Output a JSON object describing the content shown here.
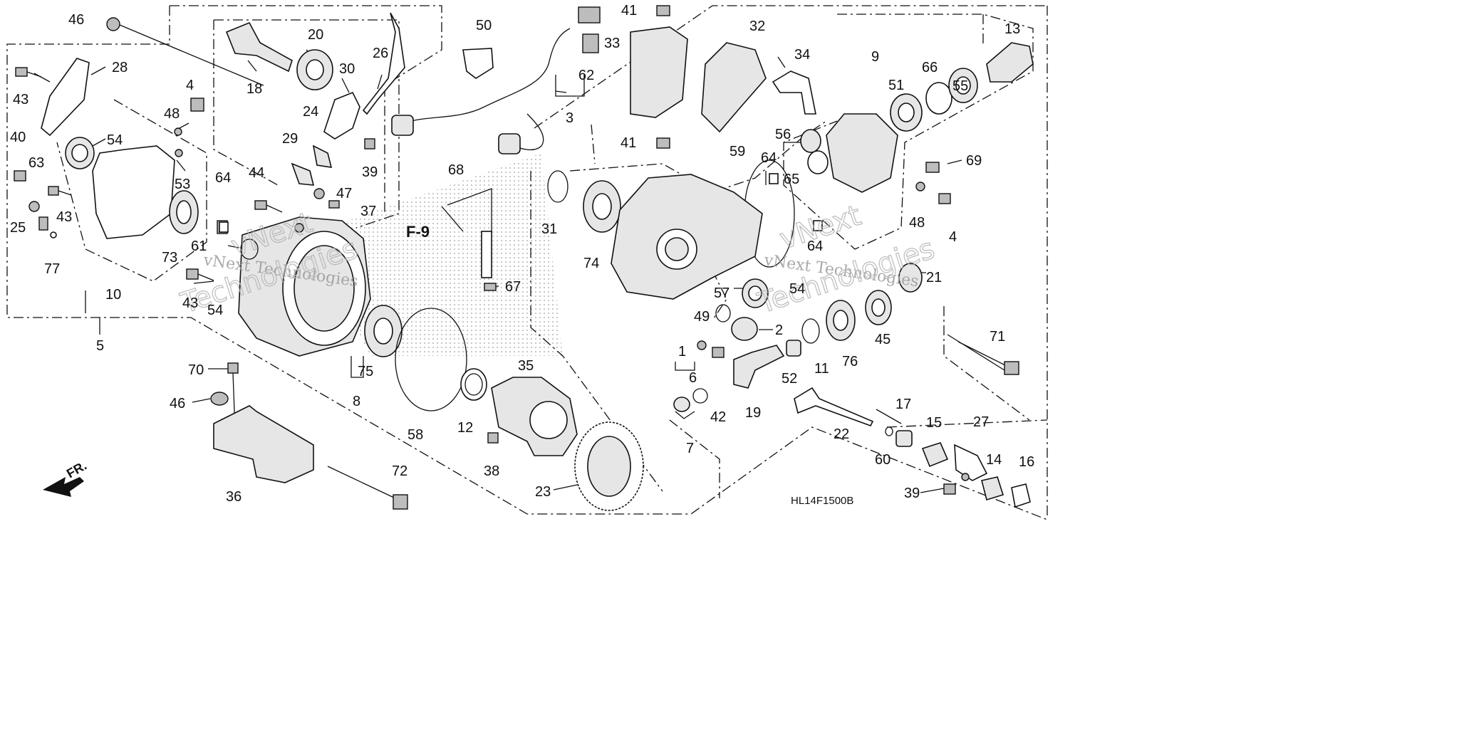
{
  "diagram_code": "HL14F1500B",
  "front_label": "FR.",
  "ref_label": "F-9",
  "watermarks": [
    "vNext Technologies",
    "vNext Technologies",
    "vNext",
    "Technologies",
    "vNext",
    "Technologies"
  ],
  "callouts": [
    "1",
    "2",
    "3",
    "4",
    "4",
    "5",
    "6",
    "7",
    "8",
    "9",
    "10",
    "11",
    "12",
    "13",
    "14",
    "15",
    "16",
    "17",
    "18",
    "19",
    "20",
    "21",
    "22",
    "23",
    "24",
    "25",
    "26",
    "27",
    "28",
    "29",
    "30",
    "31",
    "32",
    "33",
    "34",
    "35",
    "36",
    "37",
    "38",
    "39",
    "39",
    "40",
    "41",
    "41",
    "42",
    "43",
    "43",
    "43",
    "44",
    "45",
    "46",
    "46",
    "47",
    "48",
    "48",
    "49",
    "50",
    "51",
    "52",
    "53",
    "54",
    "54",
    "54",
    "55",
    "56",
    "57",
    "58",
    "59",
    "60",
    "61",
    "62",
    "63",
    "64",
    "64",
    "64",
    "65",
    "66",
    "67",
    "68",
    "69",
    "70",
    "71",
    "72",
    "73",
    "74",
    "75",
    "76",
    "77"
  ]
}
